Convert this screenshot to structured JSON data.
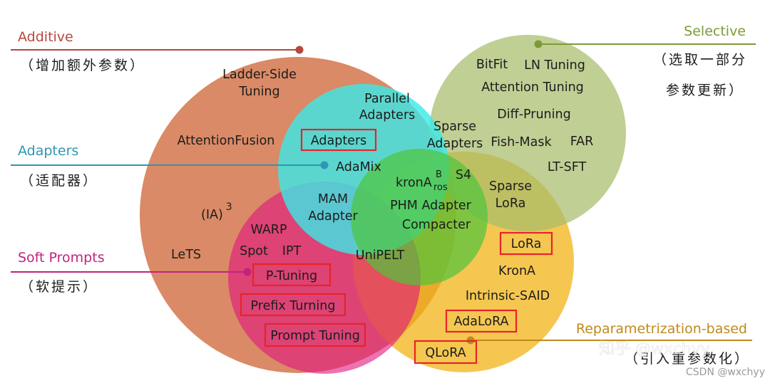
{
  "categories": {
    "additive": {
      "title": "Additive",
      "subtitle": "（增加额外参数）",
      "color": "#b5473c"
    },
    "selective": {
      "title": "Selective",
      "subtitle_line1": "（选取一部分",
      "subtitle_line2": "参数更新）",
      "color": "#7d9a38"
    },
    "adapters": {
      "title": "Adapters",
      "subtitle": "（适配器）",
      "color": "#2f95b6"
    },
    "soft_prompts": {
      "title": "Soft Prompts",
      "subtitle": "（软提示）",
      "color": "#c0247e"
    },
    "reparam": {
      "title": "Reparametrization-based",
      "subtitle": "（引入重参数化）",
      "color": "#c08a1a"
    }
  },
  "methods": {
    "ladder_side_1": "Ladder-Side",
    "ladder_side_2": "Tuning",
    "attention_fusion": "AttentionFusion",
    "ia3_base": "(IA)",
    "ia3_sup": "3",
    "lets": "LeTS",
    "warp": "WARP",
    "spot": "Spot",
    "ipt": "IPT",
    "p_tuning": "P-Tuning",
    "prefix_tuning": "Prefix Turning",
    "prompt_tuning": "Prompt Tuning",
    "parallel_1": "Parallel",
    "parallel_2": "Adapters",
    "adapters_boxed": "Adapters",
    "adamix": "AdaMix",
    "mam_1": "MAM",
    "mam_2": "Adapter",
    "unipelt": "UniPELT",
    "krona_ros_base": "kronA",
    "krona_ros_sup": "B",
    "krona_ros_sub": "ros",
    "s4": "S4",
    "phm_adapter": "PHM Adapter",
    "compacter": "Compacter",
    "sparse_adapters_1": "Sparse",
    "sparse_adapters_2": "Adapters",
    "bitfit": "BitFit",
    "ln_tuning": "LN Tuning",
    "attention_tuning": "Attention Tuning",
    "diff_pruning": "Diff-Pruning",
    "fish_mask": "Fish-Mask",
    "far": "FAR",
    "lt_sft": "LT-SFT",
    "sparse_lora_1": "Sparse",
    "sparse_lora_2": "LoRa",
    "lora": "LoRa",
    "krona": "KronA",
    "intrinsic_said": "Intrinsic-SAID",
    "adalora": "AdaLoRA",
    "qlora": "QLoRA"
  },
  "watermark": {
    "zhihu": "知乎 @wxchyy",
    "csdn": "CSDN @wxchyy"
  }
}
